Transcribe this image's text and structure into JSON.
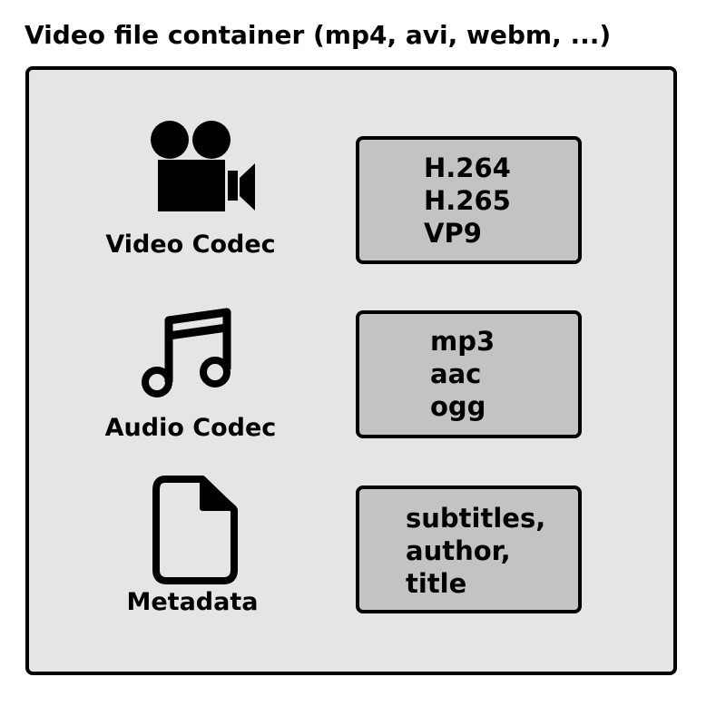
{
  "title": "Video file container (mp4, avi, webm, ...)",
  "rows": [
    {
      "label": "Video Codec",
      "icon": "video-camera-icon",
      "items": [
        "H.264",
        "H.265",
        "VP9"
      ]
    },
    {
      "label": "Audio Codec",
      "icon": "music-note-icon",
      "items": [
        "mp3",
        "aac",
        "ogg"
      ]
    },
    {
      "label": "Metadata",
      "icon": "document-icon",
      "items": [
        "subtitles,",
        "author,",
        "title"
      ]
    }
  ],
  "colors": {
    "container_fill": "#e5e5e5",
    "codec_box_fill": "#c3c3c3",
    "stroke": "#000000"
  }
}
